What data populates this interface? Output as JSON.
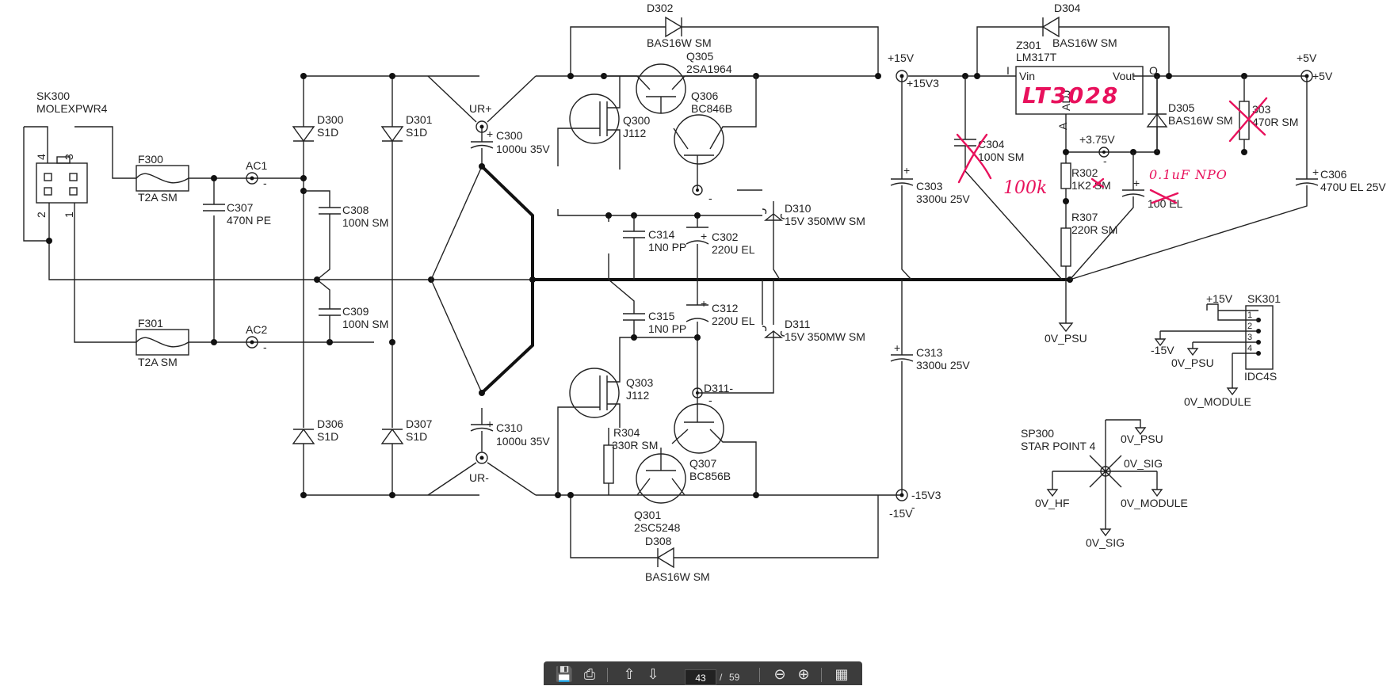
{
  "labels": {
    "sk300": "SK300",
    "sk300_type": "MOLEXPWR4",
    "sk300_pin4": "4",
    "sk300_pin3": "3",
    "sk300_pin2": "2",
    "sk300_pin1": "1",
    "f300": "F300",
    "f300_val": "T2A SM",
    "f301": "F301",
    "f301_val": "T2A SM",
    "ac1": "AC1",
    "ac2": "AC2",
    "c307": "C307",
    "c307_val": "470N PE",
    "d300": "D300",
    "d300_val": "S1D",
    "d301": "D301",
    "d301_val": "S1D",
    "d306": "D306",
    "d306_val": "S1D",
    "d307": "D307",
    "d307_val": "S1D",
    "c308": "C308",
    "c308_val": "100N SM",
    "c309": "C309",
    "c309_val": "100N SM",
    "ur_plus": "UR+",
    "ur_minus": "UR-",
    "c300": "C300",
    "c300_val": "1000u 35V",
    "c310": "C310",
    "c310_val": "1000u 35V",
    "d302": "D302",
    "d302_val": "BAS16W SM",
    "d308": "D308",
    "d308_val": "BAS16W SM",
    "q305": "Q305",
    "q305_val": "2SA1964",
    "q306": "Q306",
    "q306_val": "BC846B",
    "q300": "Q300",
    "q300_val": "J112",
    "q303": "Q303",
    "q303_val": "J112",
    "q307": "Q307",
    "q307_val": "BC856B",
    "q301": "Q301",
    "q301_val": "2SC5248",
    "r304": "R304",
    "r304_val": "330R SM",
    "c314": "C314",
    "c314_val": "1N0 PP",
    "c315": "C315",
    "c315_val": "1N0 PP",
    "c302": "C302",
    "c302_val": "220U EL",
    "c312": "C312",
    "c312_val": "220U EL",
    "d310": "D310",
    "d310_val": "15V 350MW SM",
    "d311": "D311",
    "d311_val": "15V 350MW SM",
    "d311_net": "D311-",
    "c303": "C303",
    "c303_val": "3300u 25V",
    "c313": "C313",
    "c313_val": "3300u 25V",
    "p15v": "+15V",
    "p15v3": "+15V3",
    "m15v3": "-15V3",
    "m15v": "-15V",
    "d304": "D304",
    "d304_val": "BAS16W SM",
    "z301": "Z301",
    "z301_val": "LM317T",
    "pin_i": "I",
    "pin_o": "O",
    "pin_a": "A",
    "vin": "Vin",
    "vout": "Vout",
    "adj": "ADJ",
    "c304": "C304",
    "c304_val": "100N SM",
    "p375v": "+3.75V",
    "r302": "R302",
    "r302_val": "1K2 SM",
    "r307": "R307",
    "r307_val": "220R SM",
    "d305": "D305",
    "d305_val": "BAS16W SM",
    "r303_val": "470R SM",
    "r303_partial": "303",
    "c305_val": "100 EL",
    "p5v": "+5V",
    "p5v_b": "+5V",
    "c306": "C306",
    "c306_val": "470U EL 25V",
    "ov_psu": "0V_PSU",
    "sk301": "SK301",
    "sk301_type": "IDC4S",
    "sk301_p15": "+15V",
    "sk301_m15": "-15V",
    "sk301_0vpsu": "0V_PSU",
    "sk301_0vmod": "0V_MODULE",
    "sk301_pin1": "1",
    "sk301_pin2": "2",
    "sk301_pin3": "3",
    "sk301_pin4": "4",
    "sp300": "SP300",
    "sp300_val": "STAR POINT 4",
    "sp_0vpsu": "0V_PSU",
    "sp_0vsig_r": "0V_SIG",
    "sp_0vhf": "0V_HF",
    "sp_0vmod": "0V_MODULE",
    "sp_0vsig_b": "0V_SIG",
    "minus_sign": "-",
    "plus_sign": "+"
  },
  "annotations": {
    "regulator_note": "LT3028",
    "r302_note": "100k",
    "c305_note": "0.1uF NPO"
  },
  "toolbar": {
    "page_current": "43",
    "page_separator": "/",
    "page_total": "59",
    "icons": [
      "save-icon",
      "print-icon",
      "page-up-icon",
      "page-down-icon",
      "zoom-out-icon",
      "zoom-in-icon",
      "fit-page-icon"
    ]
  }
}
